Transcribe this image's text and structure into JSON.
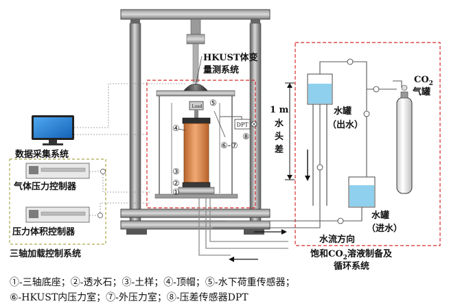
{
  "labels": {
    "hkust_line1": "HKUST体变",
    "hkust_line2": "量测系统",
    "height_value": "1 m",
    "height_c1": "水",
    "height_c2": "头",
    "height_c3": "差",
    "co2_main": "CO",
    "co2_sub": "2",
    "co2_tank": "气罐",
    "tank_out_1": "水罐",
    "tank_out_2": "（出水）",
    "tank_in_1": "水罐",
    "tank_in_2": "（进水）",
    "dpt": "DPT",
    "load_cell": "Load",
    "data_system": "数据采集系统",
    "gas_controller": "气体压力控制器",
    "vol_controller": "压力体积控制器",
    "triaxial_system": "三轴加载控制系统",
    "flow_dir": "水流方向",
    "sat_1_pre": "饱和CO",
    "sat_1_sub": "2",
    "sat_1_post": "溶液制备及",
    "sat_2": "循环系统"
  },
  "markers": {
    "m1": "①",
    "m2": "②",
    "m3": "③",
    "m4": "④",
    "m5": "⑤",
    "m67": "⑥-⑦",
    "m8": "⑧"
  },
  "legend": {
    "line1": "①-三轴底座；②-透水石；③-土样；④-顶帽；⑤-水下荷重传感器；",
    "line2": "⑥-HKUST内压力室；⑦-外压力室；⑧-压差传感器DPT"
  },
  "colors": {
    "dashed_red": "#d62728",
    "dashed_olive": "#a8a84a",
    "sample_orange": "#d98a4e",
    "water_blue": "#8fd0ee",
    "frame_grey": "#6d6d6d",
    "monitor_blue": "#1f7fd8"
  }
}
